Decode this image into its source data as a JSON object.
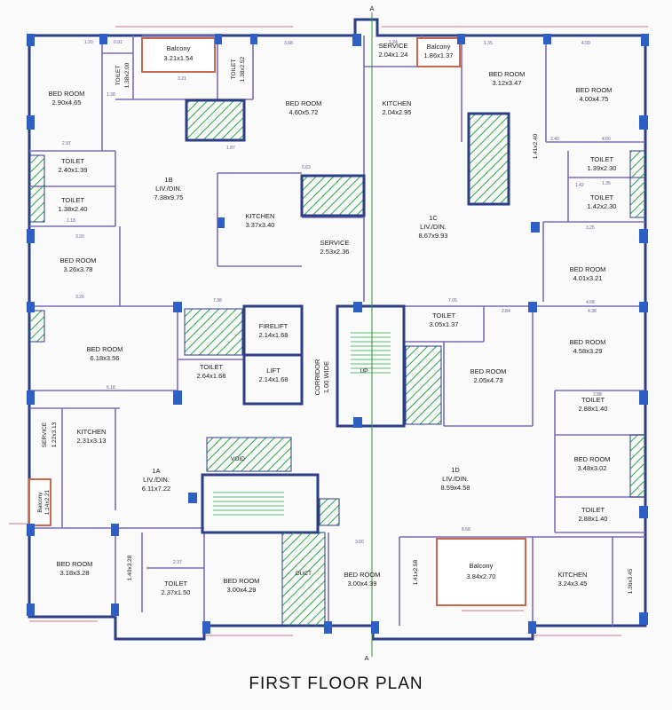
{
  "title": "FIRST FLOOR PLAN",
  "section_marker": "A",
  "colors": {
    "outer_wall": "#2c3f86",
    "inner_wall": "#7d6bb8",
    "column": "#2d5fc4",
    "balcony": "#c9684a",
    "hatch": "#2aa845",
    "section_line": "#2a9a2a",
    "dim_line": "#c44a6a"
  },
  "labels": {
    "balcony_tl_name": "Balcony",
    "balcony_tl_dim": "3.21x1.54",
    "balcony_tr_name": "Balcony",
    "balcony_tr_dim": "1.86x1.37",
    "balcony_l_name": "Balcony",
    "balcony_l_dim": "1.14x2.21",
    "balcony_b_name": "Balcony",
    "balcony_b_dim": "3.84x2.70",
    "bed_tl_name": "BED ROOM",
    "bed_tl_dim": "2.90x4.65",
    "toilet_tl1_name": "TOILET",
    "toilet_tl1_dim": "1.38x2.00",
    "toilet_tl2_name": "TOILET",
    "toilet_tl2_dim": "1.38x2.52",
    "bed_tc_name": "BED ROOM",
    "bed_tc_dim": "4.60x5.72",
    "service_tr_name": "SERVICE",
    "service_tr_dim": "2.04x1.24",
    "kitchen_tr_name": "KITCHEN",
    "kitchen_tr_dim": "2.04x2.95",
    "bed_tr1_name": "BED ROOM",
    "bed_tr1_dim": "3.12x3.47",
    "bed_tr2_name": "BED ROOM",
    "bed_tr2_dim": "4.00x4.75",
    "toilet_l1_name": "TOILET",
    "toilet_l1_dim": "2.40x1.39",
    "toilet_l2_name": "TOILET",
    "toilet_l2_dim": "1.38x2.40",
    "liv_1b_code": "1B",
    "liv_1b_name": "LIV./DIN.",
    "liv_1b_dim": "7.38x9.75",
    "kitchen_c_name": "KITCHEN",
    "kitchen_c_dim": "3.37x3.40",
    "service_c_name": "SERVICE",
    "service_c_dim": "2.53x2.36",
    "liv_1c_code": "1C",
    "liv_1c_name": "LIV./DIN.",
    "liv_1c_dim": "8.67x9.93",
    "toilet_r1_name": "TOILET",
    "toilet_r1_dim": "1.39x2.30",
    "toilet_r2_name": "TOILET",
    "toilet_r2_dim": "1.42x2.30",
    "toilet_rc_dim": "1.41x2.40",
    "bed_l2_name": "BED ROOM",
    "bed_l2_dim": "3.26x3.78",
    "bed_r3_name": "BED ROOM",
    "bed_r3_dim": "4.01x3.21",
    "bed_l3_name": "BED ROOM",
    "bed_l3_dim": "6.18x3.56",
    "firelift_name": "FIRELIFT",
    "firelift_dim": "2.14x1.68",
    "lift_name": "LIFT",
    "lift_dim": "2.14x1.68",
    "toilet_cl_name": "TOILET",
    "toilet_cl_dim": "2.64x1.68",
    "corridor_name": "CORRIDOR",
    "corridor_width": "1.00 WIDE",
    "toilet_cr_name": "TOILET",
    "toilet_cr_dim": "3.05x1.37",
    "bed_cr_name": "BED ROOM",
    "bed_cr_dim": "2.05x4.73",
    "bed_r4_name": "BED ROOM",
    "bed_r4_dim": "4.58x3.29",
    "toilet_r3_name": "TOILET",
    "toilet_r3_dim": "2.88x1.40",
    "bed_r5_name": "BED ROOM",
    "bed_r5_dim": "3.48x3.02",
    "toilet_r4_name": "TOILET",
    "toilet_r4_dim": "2.88x1.40",
    "service_l_name": "SERVICE",
    "service_l_dim": "1.22x3.13",
    "kitchen_l_name": "KITCHEN",
    "kitchen_l_dim": "2.31x3.13",
    "liv_1a_code": "1A",
    "liv_1a_name": "LIV./DIN.",
    "liv_1a_dim": "6.11x7.22",
    "liv_1d_code": "1D",
    "liv_1d_name": "LIV./DIN.",
    "liv_1d_dim": "8.59x4.58",
    "bed_bl_name": "BED ROOM",
    "bed_bl_dim": "3.18x3.28",
    "toilet_bl1_dim": "1.40x3.28",
    "toilet_bl2_name": "TOILET",
    "toilet_bl2_dim": "2.37x1.50",
    "bed_bc1_name": "BED ROOM",
    "bed_bc1_dim": "3.00x4.29",
    "duct_name": "DUCT",
    "bed_bc2_name": "BED ROOM",
    "bed_bc2_dim": "3.00x4.39",
    "toilet_bc_dim": "1.41x2.58",
    "kitchen_br_name": "KITCHEN",
    "kitchen_br_dim": "3.24x3.45",
    "service_br_dim": "1.36x3.45",
    "void_name": "VOID",
    "up_label": "UP",
    "dims": [
      "1.20",
      "0.91",
      "1.24",
      "3.21",
      "1.35",
      "4.00",
      "3.68",
      "1.38",
      "7.38",
      "2.97",
      "4.00",
      "1.35",
      "3.25",
      "1.18",
      "6.18",
      "3.30",
      "4.38",
      "2.88",
      "3.00",
      "2.40",
      "1.42",
      "3.26",
      "2.37",
      "5.63",
      "4.68",
      "7.05",
      "2.84",
      "8.58",
      "1.87"
    ]
  }
}
